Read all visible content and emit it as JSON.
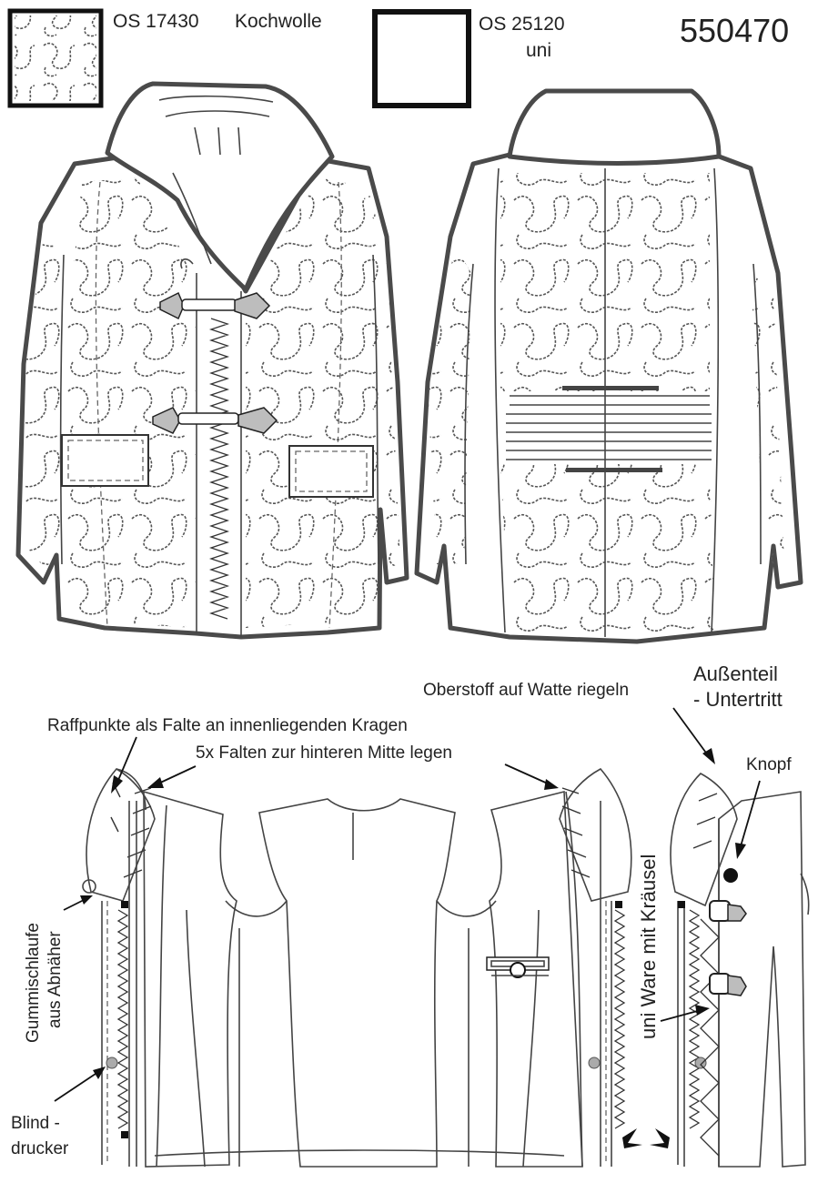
{
  "header": {
    "swatch1_code": "OS 17430",
    "swatch1_name": "Kochwolle",
    "swatch2_code": "OS 25120",
    "swatch2_name": "uni",
    "model_number": "550470"
  },
  "annotations": {
    "raffpunkte": "Raffpunkte als Falte an innenliegenden Kragen",
    "falten": "5x Falten zur hinteren Mitte legen",
    "oberstoff": "Oberstoff auf Watte riegeln",
    "aussenteil_1": "Außenteil",
    "aussenteil_2": "- Untertritt",
    "knopf": "Knopf",
    "gummi_1": "Gummischlaufe",
    "gummi_2": "aus Abnäher",
    "blind_1": "Blind -",
    "blind_2": "drucker",
    "uni_ware": "uni Ware mit Kräusel"
  },
  "colors": {
    "outline": "#4a4a4a",
    "line": "#222222",
    "toggle_fill": "#bdbdbd"
  },
  "icons": [
    "swatch-kochwolle-icon",
    "swatch-uni-icon",
    "toggle-fastener-icon",
    "button-icon",
    "press-stud-icon",
    "arrow-icon"
  ]
}
